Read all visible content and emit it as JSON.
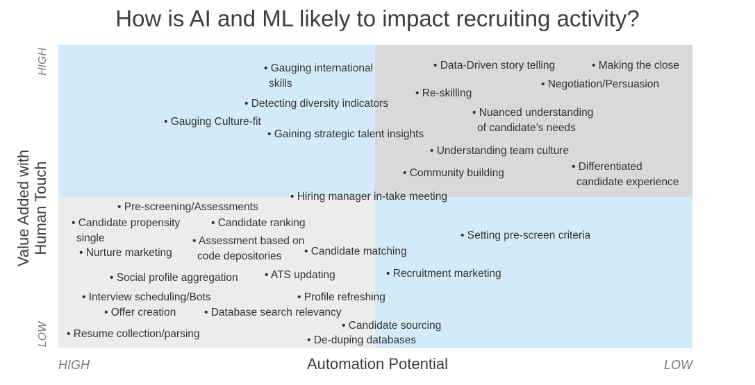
{
  "title": "How is AI and ML likely to impact recruiting activity?",
  "y_axis": {
    "label_line1": "Value Added with",
    "label_line2": "Human Touch",
    "high": "HIGH",
    "low": "LOW"
  },
  "x_axis": {
    "label": "Automation Potential",
    "high": "HIGH",
    "low": "LOW"
  },
  "colors": {
    "blue_quadrant": "#d3ebf8",
    "gray_quadrant": "#d9d9d9",
    "light_quadrant": "#ececec"
  },
  "items": [
    {
      "line1": "• Gauging international",
      "line2": "skills"
    },
    {
      "line1": "• Data-Driven story telling"
    },
    {
      "line1": "• Making the close"
    },
    {
      "line1": "• Negotiation/Persuasion"
    },
    {
      "line1": "• Re-skilling"
    },
    {
      "line1": "• Detecting diversity indicators"
    },
    {
      "line1": "• Nuanced understanding",
      "line2": "of candidate’s needs"
    },
    {
      "line1": "• Gauging Culture-fit"
    },
    {
      "line1": "• Gaining strategic talent insights"
    },
    {
      "line1": "• Understanding team culture"
    },
    {
      "line1": "• Differentiated",
      "line2": "candidate experience"
    },
    {
      "line1": "• Community building"
    },
    {
      "line1": "• Hiring manager in-take meeting"
    },
    {
      "line1": "• Pre-screening/Assessments"
    },
    {
      "line1": "• Candidate propensity",
      "line2": "single"
    },
    {
      "line1": "• Candidate ranking"
    },
    {
      "line1": "• Setting pre-screen criteria"
    },
    {
      "line1": "• Assessment based on",
      "line2": "code depositories"
    },
    {
      "line1": "• Nurture marketing"
    },
    {
      "line1": "• Candidate matching"
    },
    {
      "line1": "• Social profile aggregation"
    },
    {
      "line1": "• ATS updating"
    },
    {
      "line1": "• Recruitment marketing"
    },
    {
      "line1": "• Interview scheduling/Bots"
    },
    {
      "line1": "• Profile refreshing"
    },
    {
      "line1": "• Offer creation"
    },
    {
      "line1": "• Database search relevancy"
    },
    {
      "line1": "• Candidate sourcing"
    },
    {
      "line1": "• Resume collection/parsing"
    },
    {
      "line1": "• De-duping databases"
    }
  ]
}
